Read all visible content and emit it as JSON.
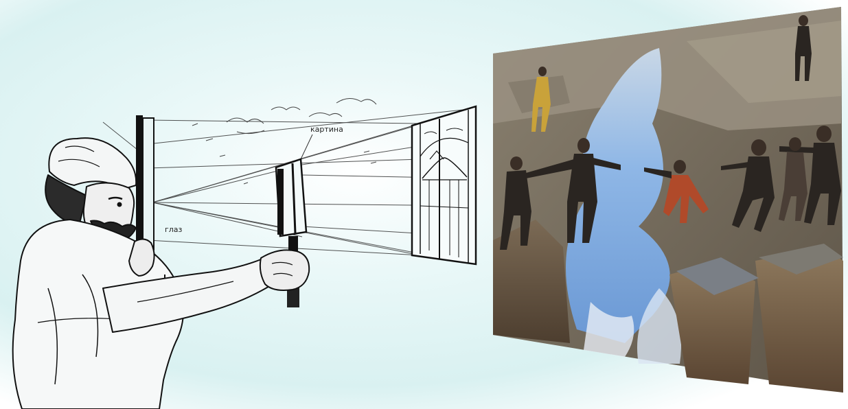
{
  "illustration": {
    "labels": {
      "eye_label": "глаз",
      "screen_label": "картина"
    },
    "colors": {
      "background_tint": "#d9f1f1",
      "ink": "#111111",
      "sky_blue": "#8fb7e6"
    },
    "parts": [
      "artist-figure",
      "drawing-frame",
      "small-frame",
      "projected-gate-frame",
      "anamorphic-street-painting"
    ]
  }
}
